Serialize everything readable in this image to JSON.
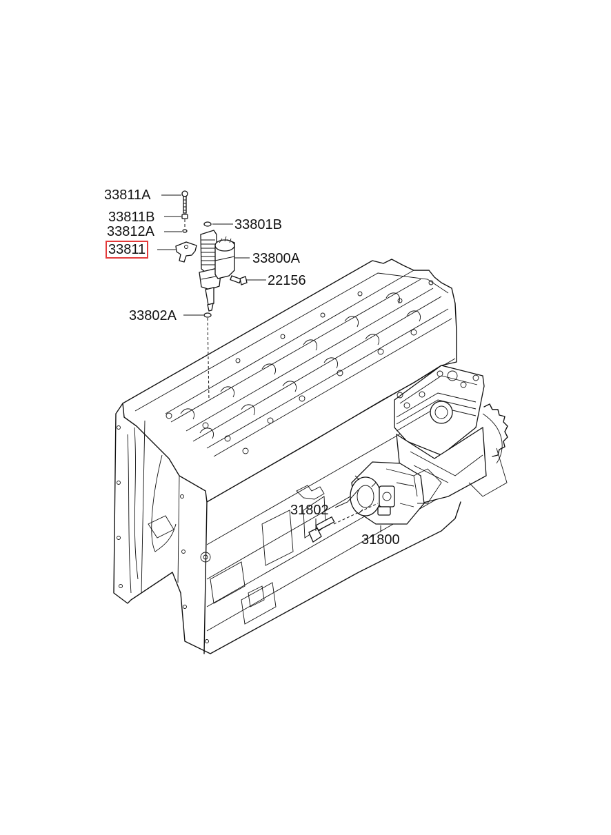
{
  "diagram": {
    "highlight_color": "#e33a3a",
    "line_color": "#111111",
    "background": "#ffffff",
    "parts": [
      {
        "id": "33811A",
        "label": "33811A"
      },
      {
        "id": "33811B",
        "label": "33811B"
      },
      {
        "id": "33812A",
        "label": "33812A"
      },
      {
        "id": "33811",
        "label": "33811",
        "highlighted": true
      },
      {
        "id": "33801B",
        "label": "33801B"
      },
      {
        "id": "33800A",
        "label": "33800A"
      },
      {
        "id": "22156",
        "label": "22156"
      },
      {
        "id": "33802A",
        "label": "33802A"
      },
      {
        "id": "31802",
        "label": "31802"
      },
      {
        "id": "31800",
        "label": "31800"
      }
    ]
  }
}
